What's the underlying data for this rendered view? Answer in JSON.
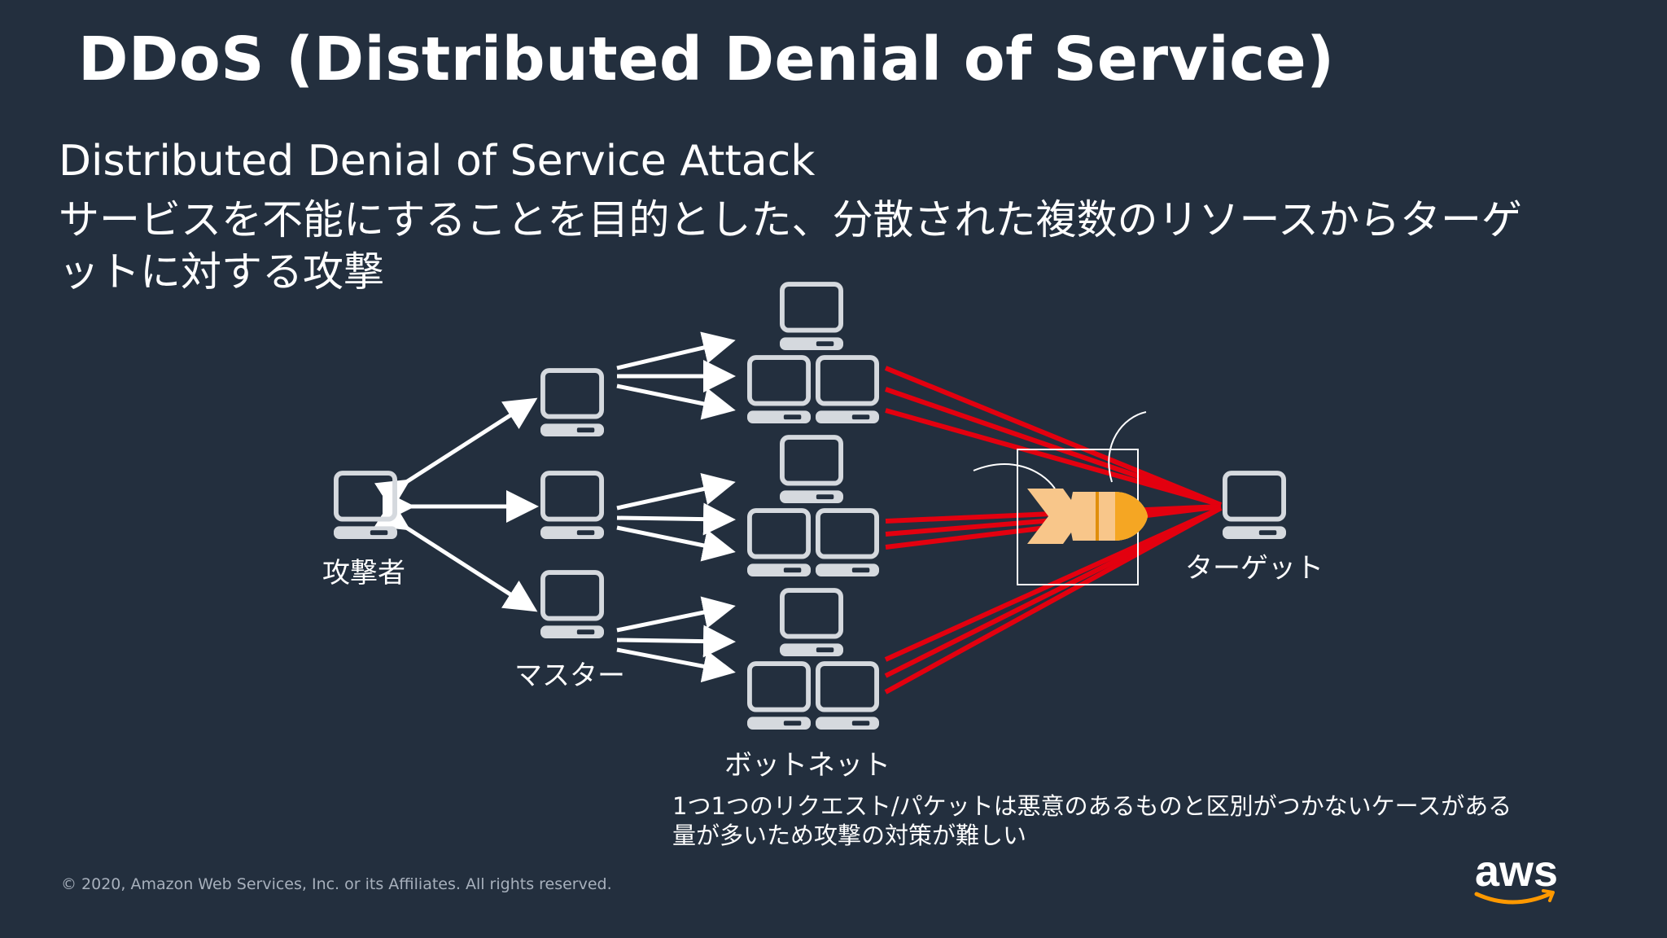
{
  "slide": {
    "title": "DDoS (Distributed Denial of Service)",
    "subtitle": "Distributed Denial of Service Attack",
    "description": "サービスを不能にすることを目的とした、分散された複数のリソースからターゲットに対する攻撃"
  },
  "diagram": {
    "labels": {
      "attacker": "攻撃者",
      "master": "マスター",
      "botnet": "ボットネット",
      "target": "ターゲット"
    },
    "note_line1": "1つ1つのリクエスト/パケットは悪意のあるものと区別がつかないケースがある",
    "note_line2": "量が多いため攻撃の対策が難しい"
  },
  "footer": {
    "copyright": "© 2020, Amazon Web Services, Inc. or its Affiliates. All rights reserved.",
    "logo_text": "aws"
  },
  "colors": {
    "background": "#232f3e",
    "attack_line": "#e3000f",
    "bomb": "#f8c68a",
    "logo_smile": "#ff9900",
    "icon": "#d5d9de"
  }
}
